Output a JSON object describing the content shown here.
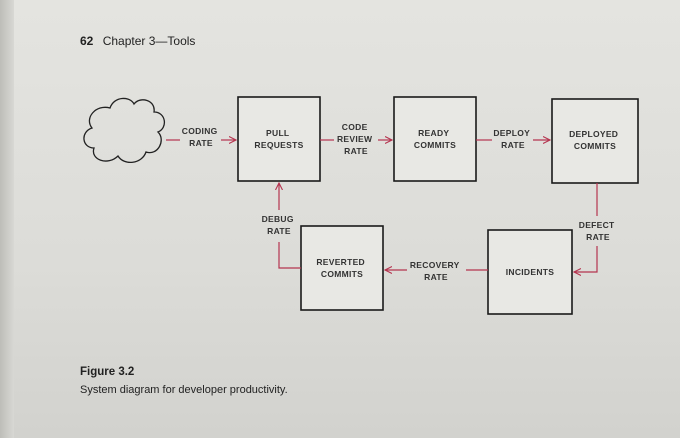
{
  "header": {
    "page_number": "62",
    "chapter": "Chapter 3—Tools"
  },
  "diagram": {
    "boxes": {
      "pull_requests": [
        "PULL",
        "REQUESTS"
      ],
      "ready_commits": [
        "READY",
        "COMMITS"
      ],
      "deployed_commits": [
        "DEPLOYED",
        "COMMITS"
      ],
      "reverted_commits": [
        "REVERTED",
        "COMMITS"
      ],
      "incidents": [
        "INCIDENTS"
      ]
    },
    "rates": {
      "coding": [
        "CODING",
        "RATE"
      ],
      "code_review": [
        "CODE",
        "REVIEW",
        "RATE"
      ],
      "deploy": [
        "DEPLOY",
        "RATE"
      ],
      "defect": [
        "DEFECT",
        "RATE"
      ],
      "recovery": [
        "RECOVERY",
        "RATE"
      ],
      "debug": [
        "DEBUG",
        "RATE"
      ]
    },
    "colors": {
      "arrow": "#b5344f",
      "box_border": "#1a1a1a",
      "box_fill": "#e8e8e4"
    }
  },
  "figure": {
    "title": "Figure 3.2",
    "caption": "System diagram for developer productivity."
  }
}
